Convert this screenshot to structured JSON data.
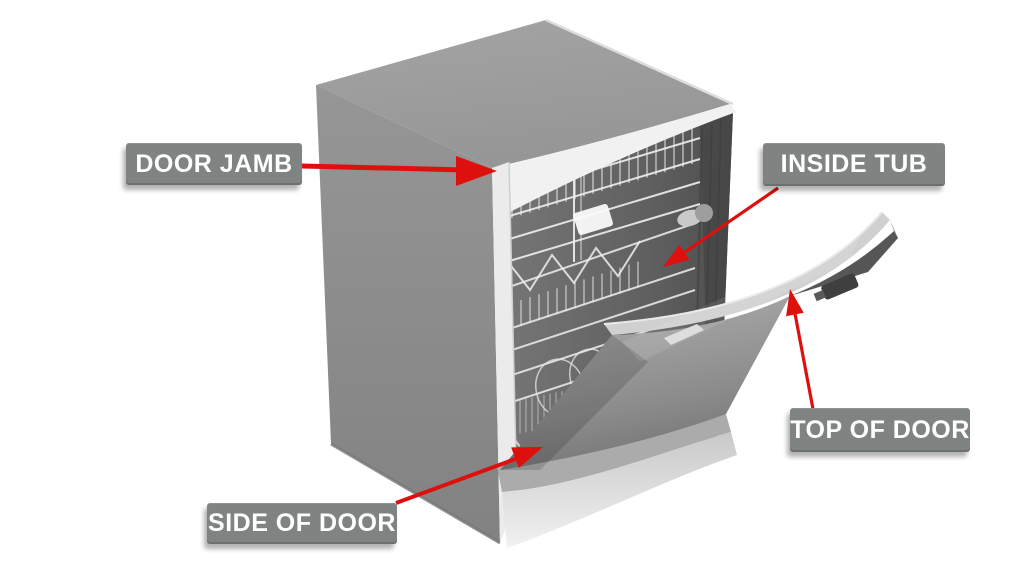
{
  "diagram": {
    "labels": [
      {
        "id": "door-jamb",
        "text": "DOOR JAMB"
      },
      {
        "id": "inside-tub",
        "text": "INSIDE TUB"
      },
      {
        "id": "top-of-door",
        "text": "TOP OF DOOR"
      },
      {
        "id": "side-of-door",
        "text": "SIDE OF DOOR"
      }
    ]
  },
  "colors": {
    "background": "#ffffff",
    "label_bg": "#7f8482",
    "label_text": "#ffffff",
    "arrow_red": "#de100e",
    "cabinet_top": "#9d9d9d",
    "cabinet_side": "#8c8c8c",
    "jamb_white": "#eeeeee",
    "tub_dark": "#555555",
    "door_gray": "#8f8f8f",
    "door_base_light": "#e8e8e8",
    "rack_wire": "#efefef"
  }
}
